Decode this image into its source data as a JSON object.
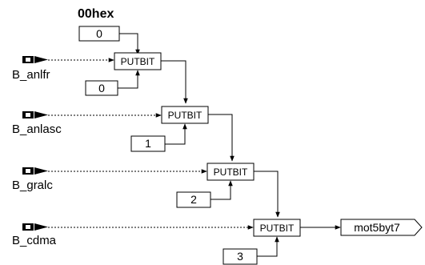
{
  "diagram": {
    "title": "00hex",
    "inputs": [
      {
        "label": "B_anlfr"
      },
      {
        "label": "B_anlasc"
      },
      {
        "label": "B_gralc"
      },
      {
        "label": "B_cdma"
      }
    ],
    "initial_constant": "0",
    "blocks": [
      {
        "label": "PUTBIT",
        "bit_constant": "0"
      },
      {
        "label": "PUTBIT",
        "bit_constant": "1"
      },
      {
        "label": "PUTBIT",
        "bit_constant": "2"
      },
      {
        "label": "PUTBIT",
        "bit_constant": "3"
      }
    ],
    "output": {
      "label": "mot5byt7"
    }
  }
}
